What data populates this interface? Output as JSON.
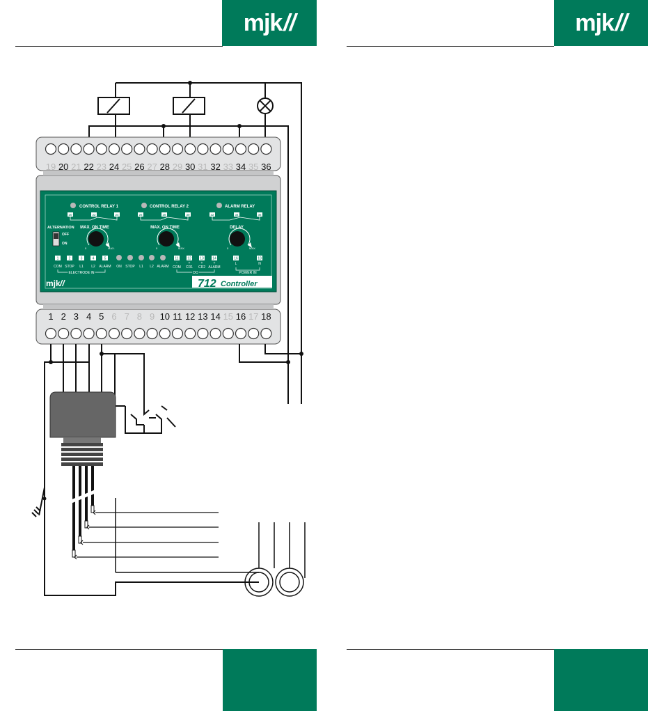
{
  "brand": {
    "logo_text": "mjk",
    "color": "#007a5a"
  },
  "top_terminals": [
    {
      "num": "19",
      "active": false
    },
    {
      "num": "20",
      "active": true
    },
    {
      "num": "21",
      "active": false
    },
    {
      "num": "22",
      "active": true
    },
    {
      "num": "23",
      "active": false
    },
    {
      "num": "24",
      "active": true
    },
    {
      "num": "25",
      "active": false
    },
    {
      "num": "26",
      "active": true
    },
    {
      "num": "27",
      "active": false
    },
    {
      "num": "28",
      "active": true
    },
    {
      "num": "29",
      "active": false
    },
    {
      "num": "30",
      "active": true
    },
    {
      "num": "31",
      "active": false
    },
    {
      "num": "32",
      "active": true
    },
    {
      "num": "33",
      "active": false
    },
    {
      "num": "34",
      "active": true
    },
    {
      "num": "35",
      "active": false
    },
    {
      "num": "36",
      "active": true
    }
  ],
  "bottom_terminals": [
    {
      "num": "1",
      "active": true
    },
    {
      "num": "2",
      "active": true
    },
    {
      "num": "3",
      "active": true
    },
    {
      "num": "4",
      "active": true
    },
    {
      "num": "5",
      "active": true
    },
    {
      "num": "6",
      "active": false
    },
    {
      "num": "7",
      "active": false
    },
    {
      "num": "8",
      "active": false
    },
    {
      "num": "9",
      "active": false
    },
    {
      "num": "10",
      "active": true
    },
    {
      "num": "11",
      "active": true
    },
    {
      "num": "12",
      "active": true
    },
    {
      "num": "13",
      "active": true
    },
    {
      "num": "14",
      "active": true
    },
    {
      "num": "15",
      "active": false
    },
    {
      "num": "16",
      "active": true
    },
    {
      "num": "17",
      "active": false
    },
    {
      "num": "18",
      "active": true
    }
  ],
  "panel": {
    "relay1": "CONTROL RELAY 1",
    "relay2": "CONTROL RELAY 2",
    "alarm_relay": "ALARM RELAY",
    "relay1_terms": [
      "20",
      "22",
      "24"
    ],
    "relay2_terms": [
      "26",
      "28",
      "30"
    ],
    "alarm_terms": [
      "32",
      "34",
      "36"
    ],
    "alternation": "ALTERNATION",
    "off": "OFF",
    "on": "ON",
    "knob1_label": "MAX. ON TIME",
    "knob2_label": "MAX. ON TIME",
    "knob3_label": "DELAY",
    "knob_min": "0",
    "knob_max": "MAX.",
    "electrode_terms": [
      "1",
      "2",
      "3",
      "4",
      "5"
    ],
    "electrode_labels": [
      "COM",
      "STOP",
      "L1",
      "L2",
      "ALARM"
    ],
    "electrode_in": "ELECTRODE IN",
    "led_labels": [
      "ON",
      "STOP",
      "L1",
      "L2",
      "ALARM"
    ],
    "do_terms": [
      "11",
      "12",
      "13",
      "14"
    ],
    "do_signs": [
      "-",
      "+",
      "+",
      "+"
    ],
    "do_labels": [
      "COM",
      "CR1",
      "CR2",
      "ALARM"
    ],
    "do_label": "DO",
    "power_terms": [
      "16",
      "18"
    ],
    "power_labels": [
      "L",
      "N"
    ],
    "power_in": "POWER IN",
    "model_number": "712",
    "model_name": "Controller"
  }
}
